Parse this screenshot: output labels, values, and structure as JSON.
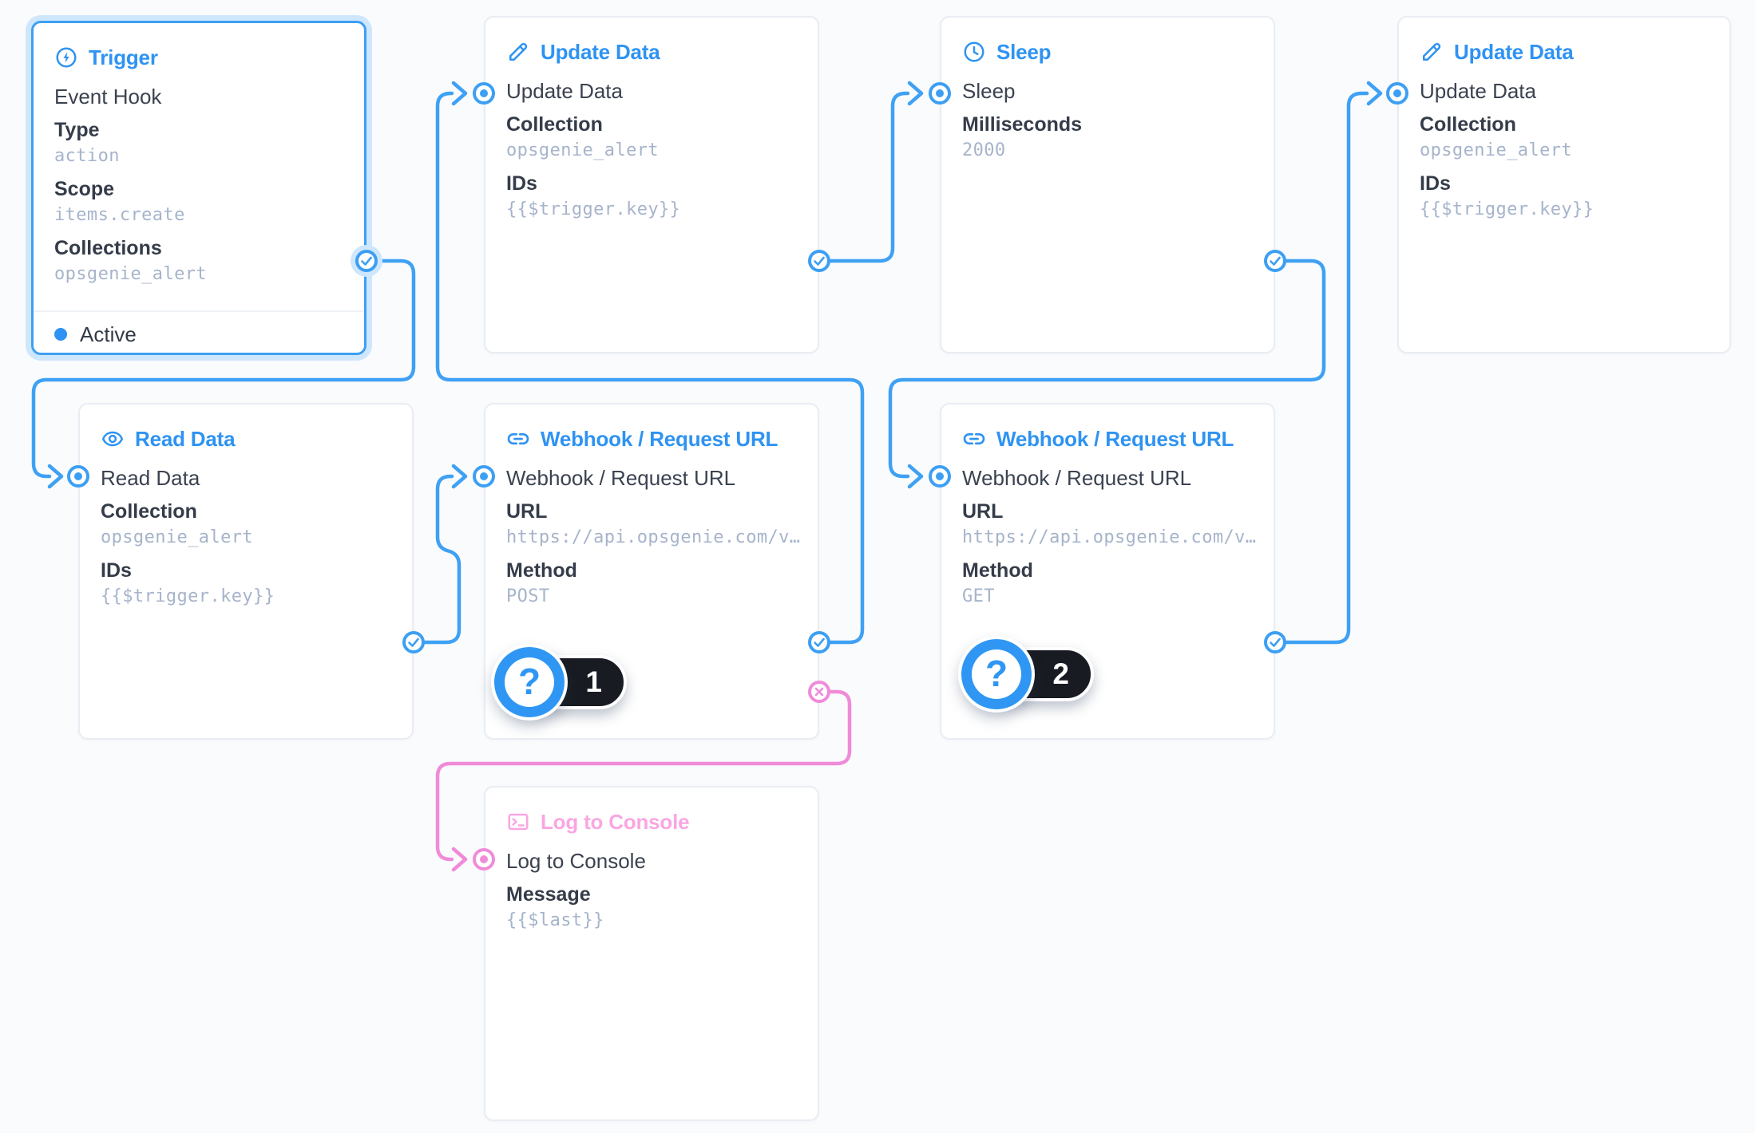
{
  "editor": {
    "kind": "flow-node-editor"
  },
  "colors": {
    "accent_blue_line": "#3fa1f4",
    "accent_blue_text": "#2e93f2",
    "accent_pink_line": "#f08bd8",
    "accent_pink_text": "#f9a6e2",
    "selection_glow": "#cfe7fc",
    "badge_pill": "#181b21"
  },
  "nodes": [
    {
      "id": "trigger",
      "title": "Trigger",
      "icon": "bolt-circle-icon",
      "main": "Event Hook",
      "status": "Active",
      "fields": [
        {
          "label": "Type",
          "value": "action"
        },
        {
          "label": "Scope",
          "value": "items.create"
        },
        {
          "label": "Collections",
          "value": "opsgenie_alert"
        }
      ]
    },
    {
      "id": "update-data-1",
      "title": "Update Data",
      "icon": "pencil-icon",
      "main": "Update Data",
      "fields": [
        {
          "label": "Collection",
          "value": "opsgenie_alert"
        },
        {
          "label": "IDs",
          "value": "{{$trigger.key}}"
        }
      ]
    },
    {
      "id": "sleep",
      "title": "Sleep",
      "icon": "clock-icon",
      "main": "Sleep",
      "fields": [
        {
          "label": "Milliseconds",
          "value": "2000"
        }
      ]
    },
    {
      "id": "update-data-2",
      "title": "Update Data",
      "icon": "pencil-icon",
      "main": "Update Data",
      "fields": [
        {
          "label": "Collection",
          "value": "opsgenie_alert"
        },
        {
          "label": "IDs",
          "value": "{{$trigger.key}}"
        }
      ]
    },
    {
      "id": "read-data",
      "title": "Read Data",
      "icon": "eye-icon",
      "main": "Read Data",
      "fields": [
        {
          "label": "Collection",
          "value": "opsgenie_alert"
        },
        {
          "label": "IDs",
          "value": "{{$trigger.key}}"
        }
      ]
    },
    {
      "id": "webhook-post",
      "title": "Webhook / Request URL",
      "icon": "link-icon",
      "main": "Webhook / Request URL",
      "fields": [
        {
          "label": "URL",
          "value": "https://api.opsgenie.com/v…"
        },
        {
          "label": "Method",
          "value": "POST"
        }
      ]
    },
    {
      "id": "webhook-get",
      "title": "Webhook / Request URL",
      "icon": "link-icon",
      "main": "Webhook / Request URL",
      "fields": [
        {
          "label": "URL",
          "value": "https://api.opsgenie.com/v…"
        },
        {
          "label": "Method",
          "value": "GET"
        }
      ]
    },
    {
      "id": "log-to-console",
      "title": "Log to Console",
      "icon": "terminal-icon",
      "main": "Log to Console",
      "fields": [
        {
          "label": "Message",
          "value": "{{$last}}"
        }
      ]
    }
  ],
  "badges": [
    {
      "number": "1"
    },
    {
      "number": "2"
    }
  ],
  "connections": [
    {
      "from": "trigger",
      "output": "resolve",
      "to": "read-data"
    },
    {
      "from": "read-data",
      "output": "resolve",
      "to": "webhook-post"
    },
    {
      "from": "webhook-post",
      "output": "resolve",
      "to": "update-data-1"
    },
    {
      "from": "update-data-1",
      "output": "resolve",
      "to": "sleep"
    },
    {
      "from": "sleep",
      "output": "resolve",
      "to": "webhook-get"
    },
    {
      "from": "webhook-get",
      "output": "resolve",
      "to": "update-data-2"
    },
    {
      "from": "webhook-post",
      "output": "reject",
      "to": "log-to-console"
    }
  ]
}
